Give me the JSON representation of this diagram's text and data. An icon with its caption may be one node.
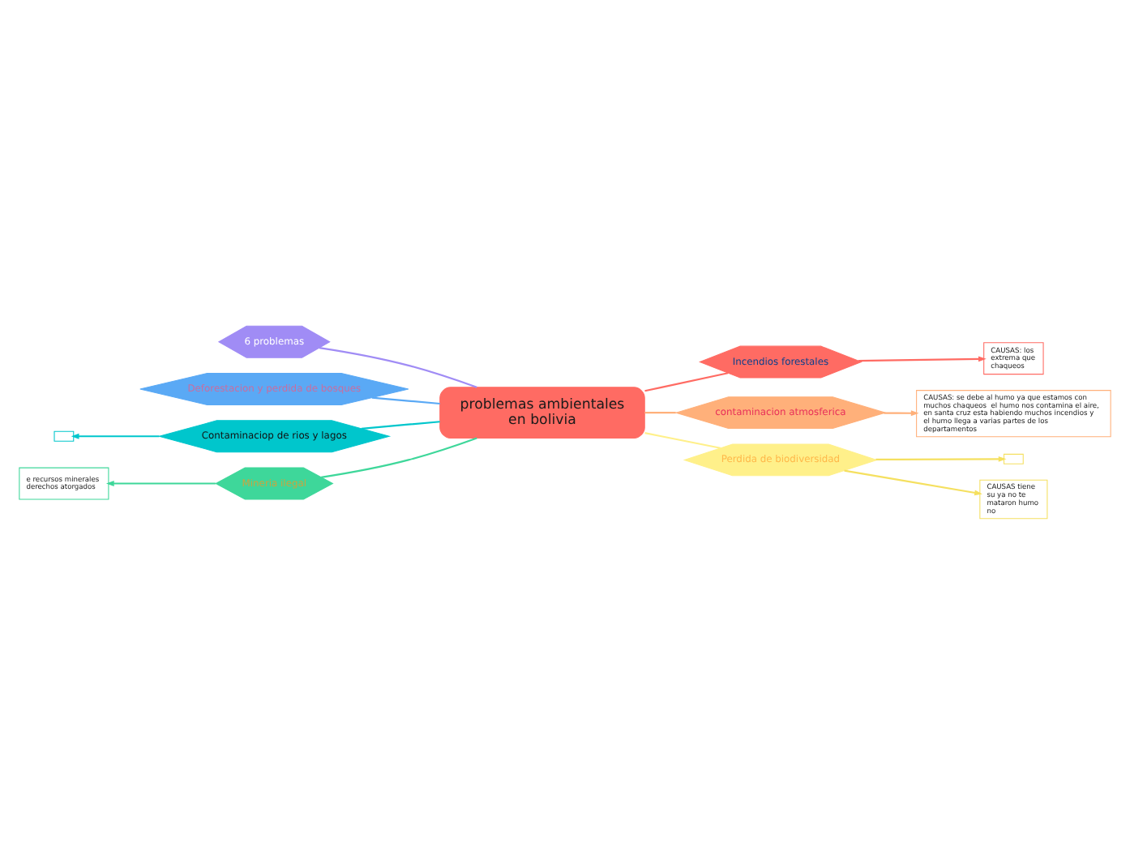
{
  "diagram": {
    "nodes": [
      {
        "text": [
          "problemas ambientales en bolivia"
        ]
      },
      {
        "text": [
          "6 problemas"
        ]
      },
      {
        "text": [
          "Deforestacion y perdida de bosques"
        ]
      },
      {
        "text": [
          "Contaminaciop de rios y lagos"
        ]
      },
      {
        "text": [],
        "shape": "box"
      },
      {
        "text": [
          "Mineria ilegal"
        ]
      },
      {
        "text": [
          "e recursos minerales derechos atorgados"
        ]
      },
      {
        "text": [
          "Incendios forestales"
        ]
      },
      {
        "text": [
          "CAUSAS: los extrema que chaqueos"
        ]
      },
      {
        "text": [
          "contaminacion atmosferica"
        ]
      },
      {
        "text": [
          "CAUSAS: se debe al humo ya que estamos con muchos chaqueos  el humo nos contamina el aire, en santa cruz esta habiendo muchos incendios y el humo llega a varias partes de los departamentos"
        ]
      },
      {
        "text": [
          "Perdida de biodiversidad"
        ]
      },
      {
        "text": [],
        "shape": "box"
      },
      {
        "text": [
          "CAUSAS tiene su ya no te mataron humo no"
        ]
      }
    ],
    "edges": [
      {
        "from": 0,
        "to": 1,
        "arrow": "none",
        "color": "#a08cf5"
      },
      {
        "from": 0,
        "to": 2,
        "arrow": "none",
        "color": "#5aa9f5"
      },
      {
        "from": 0,
        "to": 3,
        "arrow": "none",
        "color": "#00c6cc"
      },
      {
        "from": 3,
        "to": 4,
        "arrow": "to",
        "color": "#00c6cc"
      },
      {
        "from": 0,
        "to": 5,
        "arrow": "none",
        "color": "#3ed79a"
      },
      {
        "from": 5,
        "to": 6,
        "arrow": "to",
        "color": "#3ed79a"
      },
      {
        "from": 0,
        "to": 7,
        "arrow": "none",
        "color": "#ff6b63"
      },
      {
        "from": 7,
        "to": 8,
        "arrow": "to",
        "color": "#ff6b63"
      },
      {
        "from": 0,
        "to": 9,
        "arrow": "none",
        "color": "#ffb07a"
      },
      {
        "from": 9,
        "to": 10,
        "arrow": "to",
        "color": "#ffb07a"
      },
      {
        "from": 0,
        "to": 11,
        "arrow": "none",
        "color": "#fff08a"
      },
      {
        "from": 11,
        "to": 12,
        "arrow": "to",
        "color": "#f5e060"
      },
      {
        "from": 11,
        "to": 13,
        "arrow": "to",
        "color": "#f5e060"
      }
    ]
  }
}
